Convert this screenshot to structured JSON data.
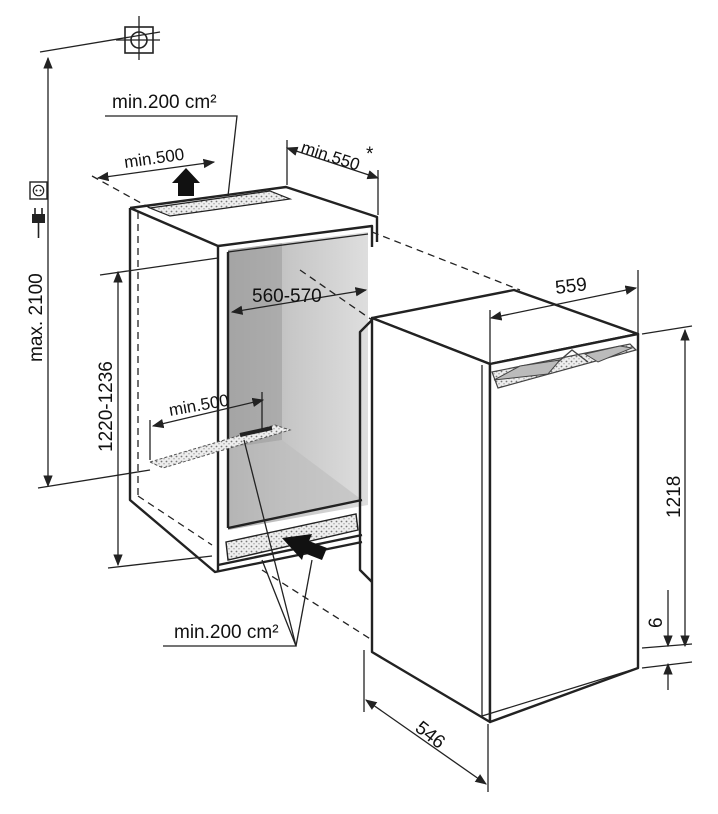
{
  "labels": {
    "top_vent_area": "min.200 cm²",
    "top_vent_width": "min.500",
    "niche_depth": "min.550",
    "niche_depth_note": "*",
    "max_height": "max. 2100",
    "niche_width": "560-570",
    "niche_height": "1220-1236",
    "bottom_vent_width": "min.500",
    "bottom_vent_area": "min.200 cm²",
    "appliance_width": "559",
    "appliance_height": "1218",
    "plinth_gap": "6",
    "appliance_depth": "546"
  },
  "icons": {
    "top_symbol": "crosshair-mount-icon",
    "socket": "socket-icon",
    "plug": "plug-icon",
    "airflow_top": "airflow-arrow-up-icon",
    "airflow_bottom": "airflow-arrow-in-icon"
  }
}
